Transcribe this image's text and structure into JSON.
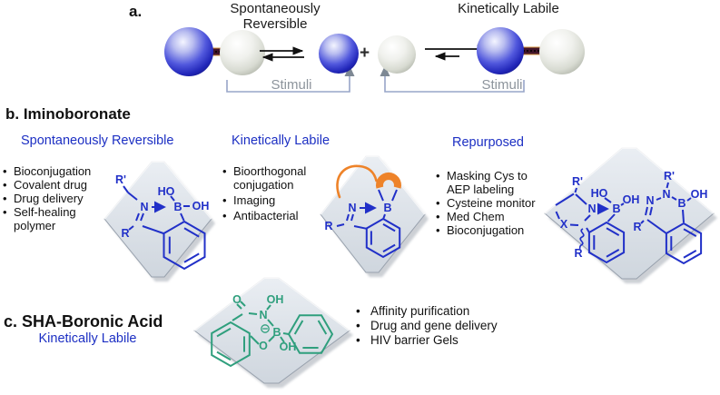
{
  "panel_a": {
    "label": "a.",
    "left_equilibrium_label": "Spontaneously Reversible",
    "right_equilibrium_label": "Kinetically Labile",
    "plus_sign": "+",
    "left_stimuli_label": "Stimuli",
    "right_stimuli_label": "Stimuli"
  },
  "panel_b": {
    "title": "b. Iminoboronate",
    "columns": [
      {
        "header": "Spontaneously Reversible",
        "bullets": [
          "Bioconjugation",
          "Covalent drug",
          "Drug delivery",
          "Self-healing polymer"
        ]
      },
      {
        "header": "Kinetically Labile",
        "bullets": [
          "Bioorthogonal conjugation",
          "Imaging",
          "Antibacterial"
        ]
      },
      {
        "header": "Repurposed",
        "bullets": [
          "Masking Cys to AEP labeling",
          "Cysteine monitor",
          "Med Chem",
          "Bioconjugation"
        ]
      }
    ]
  },
  "panel_c": {
    "title": "c. SHA-Boronic Acid",
    "subtitle": "Kinetically Labile",
    "bullets": [
      "Affinity purification",
      "Drug and gene delivery",
      "HIV barrier Gels"
    ]
  },
  "structures": {
    "iminoboronate_open": {
      "r_prime": "R'",
      "ho": "HO",
      "oh": "OH",
      "n": "N",
      "b": "B",
      "r": "R"
    },
    "iminoboronate_cyclic": {
      "n": "N",
      "b": "B",
      "r": "R"
    },
    "thiazolidine_boronate": {
      "r_prime": "R'",
      "ho": "HO",
      "oh": "OH",
      "n": "N",
      "b": "B",
      "x": "X",
      "r": "R"
    },
    "diazaborine": {
      "r_prime": "R'",
      "n1": "N",
      "n2": "N",
      "b": "B",
      "oh": "OH",
      "r": "R"
    },
    "sha_boronate": {
      "o_carbonyl": "O",
      "oh_top": "OH",
      "n": "N",
      "b": "B",
      "o_ring": "O",
      "oh_bottom": "OH"
    }
  },
  "colors": {
    "structure_blue": "#2130c8",
    "structure_green": "#2f9f7d",
    "header_blue": "#1c2fc3",
    "accent_orange": "#ee8329",
    "stimuli_gray": "#8d949c",
    "bracket_gray_blue": "#97a5c8",
    "hexagon_fill_top": "#eaeef3",
    "hexagon_fill_bottom": "#cfd6de",
    "sphere_blue": "#2126b9",
    "linker_bar_maroon": "#42152a"
  }
}
